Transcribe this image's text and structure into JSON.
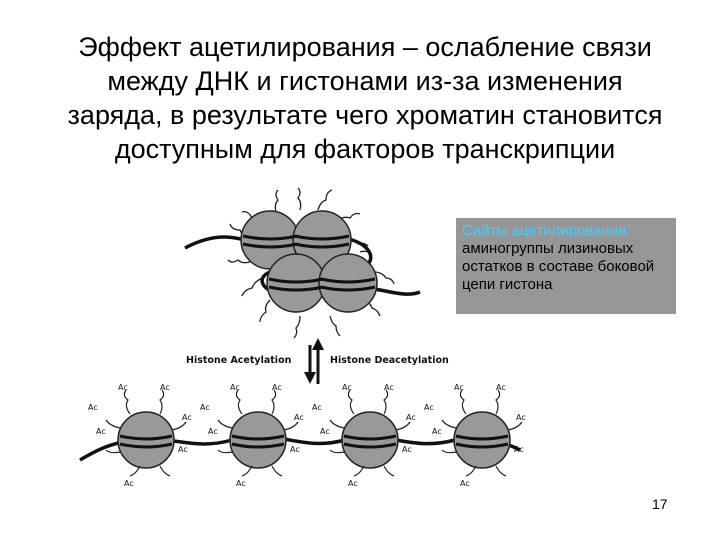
{
  "slide": {
    "title_lines": [
      "Эффект ацетилирования – ослабление связи",
      "между ДНК и гистонами из-за изменения",
      "заряда, в результате чего хроматин становится",
      "доступным для факторов транскрипции"
    ],
    "note_lines": [
      "Сайты ацетилирования:",
      "аминогруппы лизиновых",
      "остатков в составе боковой",
      "цепи гистона"
    ],
    "page_number": "17"
  },
  "diagram": {
    "label_acetylation": "Histone Acetylation",
    "label_deacetylation": "Histone Deacetylation",
    "acetyl_label": "Ac",
    "colors": {
      "histone_fill": "#999999",
      "histone_stroke": "#222222",
      "dna": "#111111",
      "note_bg": "#969696",
      "note_highlight": "#40d0ff"
    }
  }
}
